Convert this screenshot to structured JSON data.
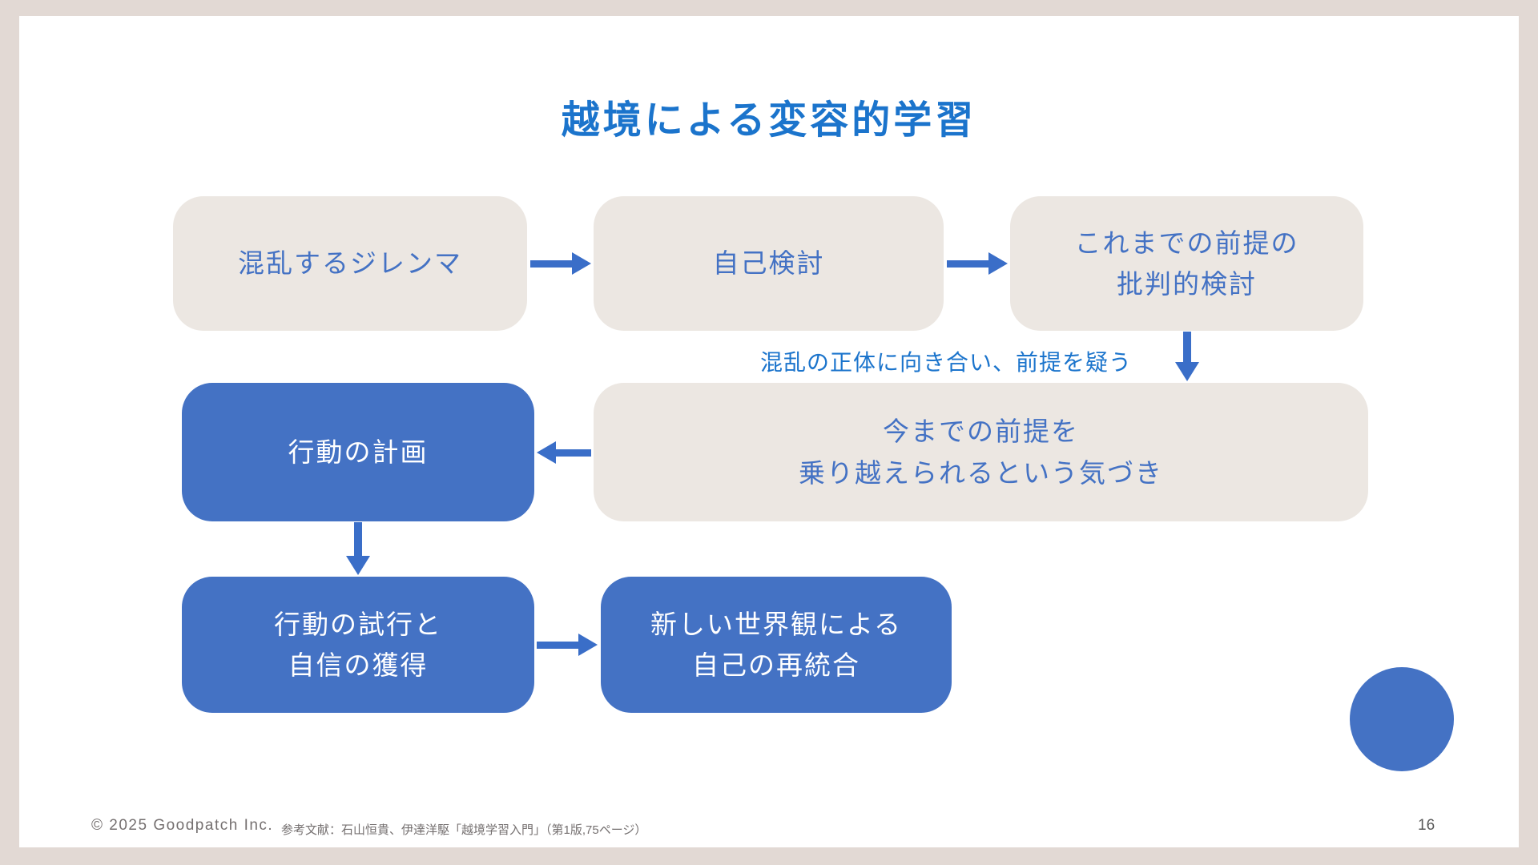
{
  "slide": {
    "title": "越境による変容的学習",
    "page_number": "16",
    "footer": {
      "copyright": "© 2025 Goodpatch Inc.",
      "reference": "参考文献：石山恒貴、伊達洋駆「越境学習入門」（第1版,75ページ）"
    }
  },
  "diagram": {
    "type": "flowchart",
    "annotation": "混乱の正体に向き合い、前提を疑う",
    "nodes": [
      {
        "id": "disorienting-dilemma",
        "label": "混乱するジレンマ",
        "style": "beige"
      },
      {
        "id": "self-examination",
        "label": "自己検討",
        "style": "beige"
      },
      {
        "id": "critical-review",
        "label": "これまでの前提の\n批判的検討",
        "style": "beige"
      },
      {
        "id": "realization",
        "label": "今までの前提を\n乗り越えられるという気づき",
        "style": "beige"
      },
      {
        "id": "action-plan",
        "label": "行動の計画",
        "style": "blue"
      },
      {
        "id": "action-trial",
        "label": "行動の試行と\n自信の獲得",
        "style": "blue"
      },
      {
        "id": "reintegration",
        "label": "新しい世界観による\n自己の再統合",
        "style": "blue"
      }
    ],
    "edges": [
      {
        "from": "disorienting-dilemma",
        "to": "self-examination"
      },
      {
        "from": "self-examination",
        "to": "critical-review"
      },
      {
        "from": "critical-review",
        "to": "realization"
      },
      {
        "from": "realization",
        "to": "action-plan"
      },
      {
        "from": "action-plan",
        "to": "action-trial"
      },
      {
        "from": "action-trial",
        "to": "reintegration"
      }
    ]
  },
  "colors": {
    "frame": "#e2d9d4",
    "slide-bg": "#ffffff",
    "beige-box": "#ece7e2",
    "blue-box": "#4472c4",
    "box-text-blue": "#4472c4",
    "bright-blue": "#1b74cc",
    "arrow": "#3a6ec8",
    "footer-gray": "#757070",
    "page-gray": "#595959"
  }
}
